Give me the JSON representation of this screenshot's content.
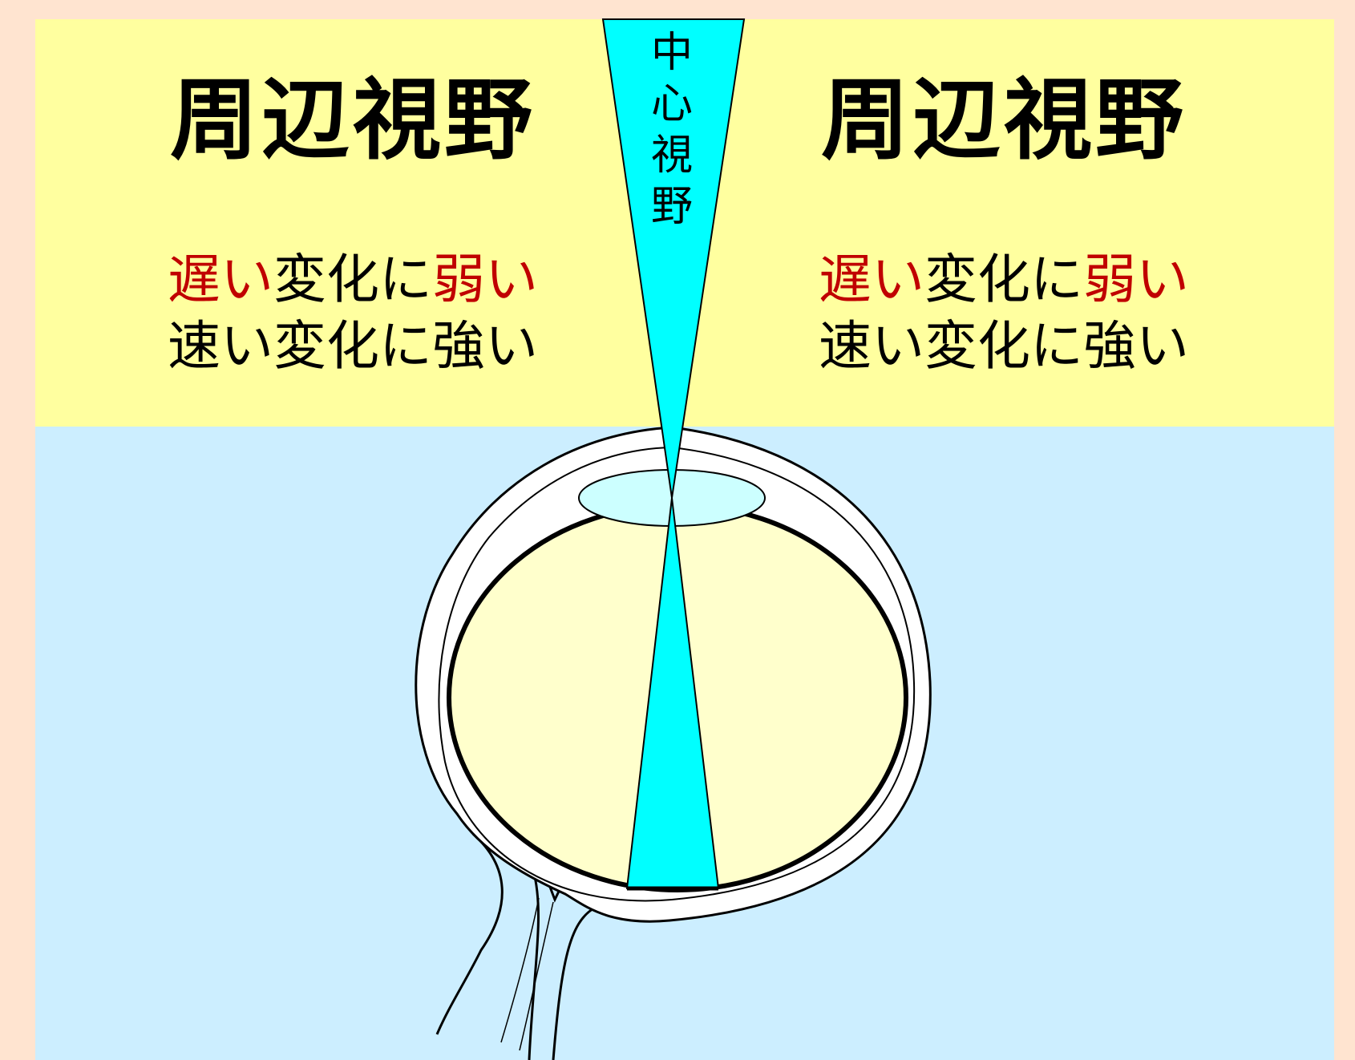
{
  "center_label": [
    "中",
    "心",
    "視",
    "野"
  ],
  "left": {
    "title": "周辺視野",
    "line1": {
      "slow": "遅い",
      "mid": "変化に",
      "weak": "弱い"
    },
    "line2": "速い変化に強い"
  },
  "right": {
    "title": "周辺視野",
    "line1": {
      "slow": "遅い",
      "mid": "変化に",
      "weak": "弱い"
    },
    "line2": "速い変化に強い"
  },
  "colors": {
    "outer_bg": "#ffe4d0",
    "top_panel": "#ffff9f",
    "bottom_panel": "#cceeff",
    "beam": "#00ffff",
    "eyeball": "#ffffcc",
    "lens": "#ccffff",
    "emphasis": "#c00000"
  }
}
